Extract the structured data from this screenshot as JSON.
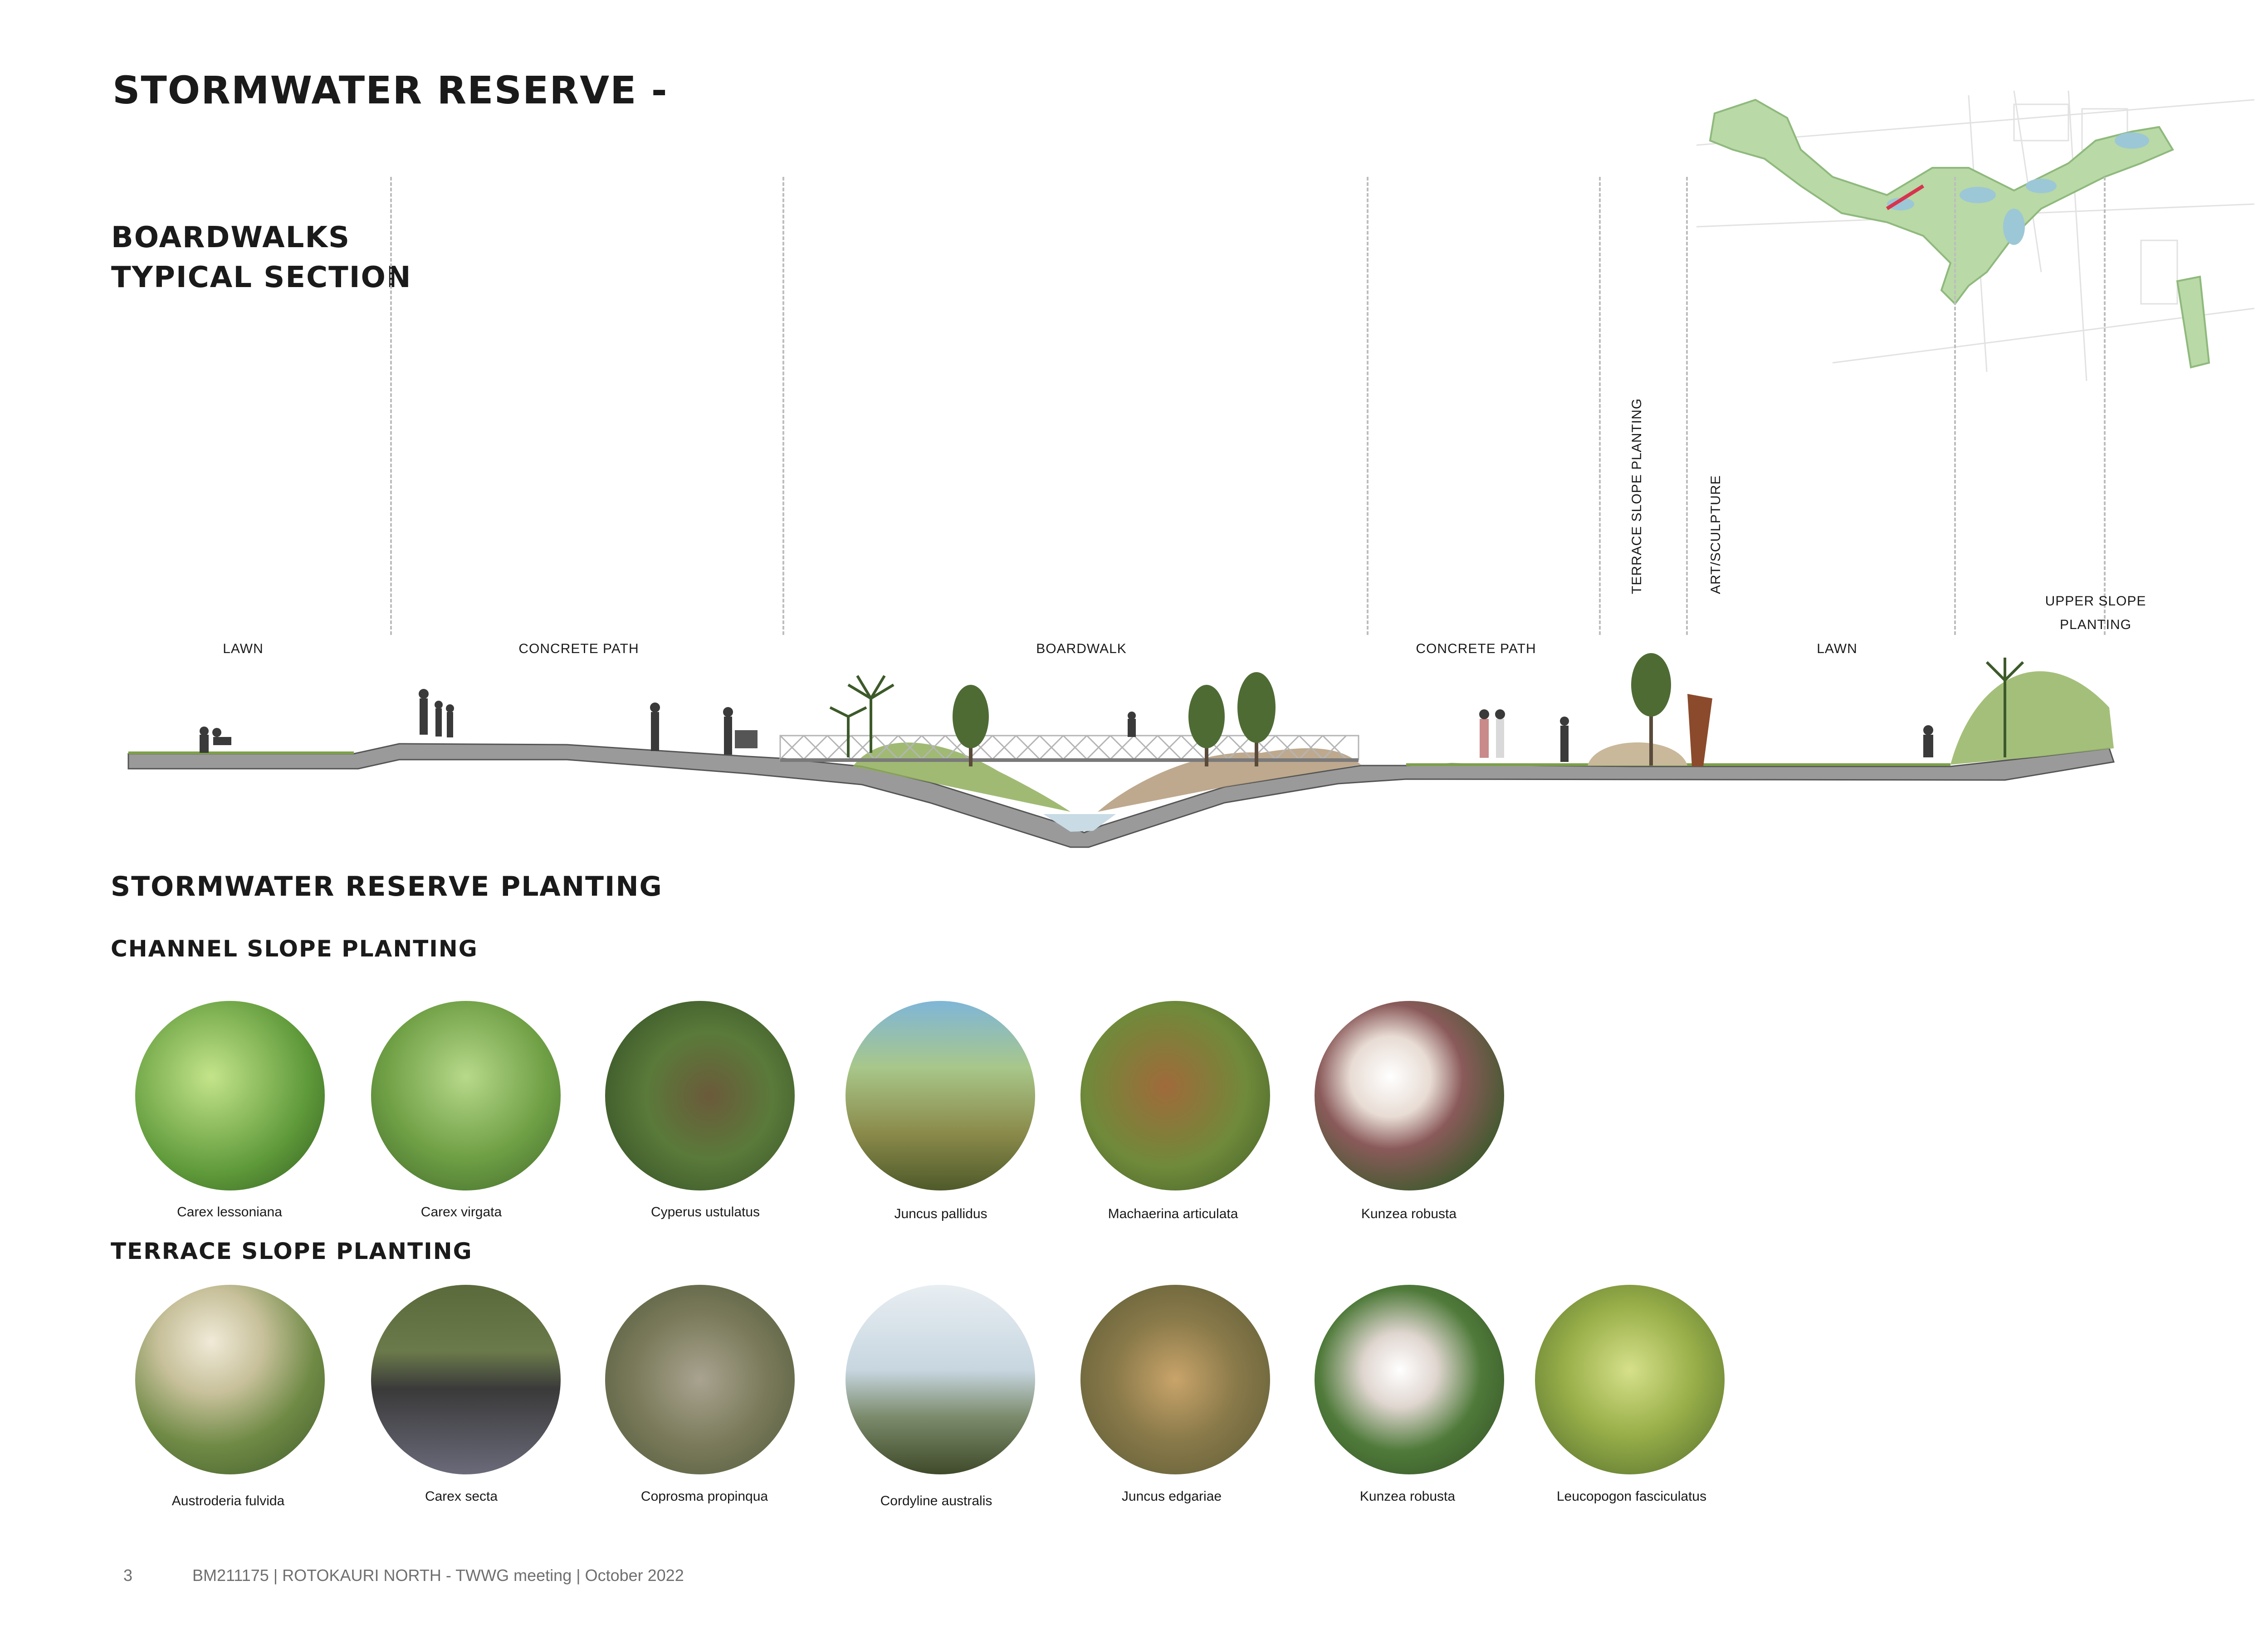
{
  "header": {
    "title": "STORMWATER RESERVE -",
    "subtitle_line1": "BOARDWALKS",
    "subtitle_line2": "TYPICAL SECTION"
  },
  "section_zones": [
    "LAWN",
    "CONCRETE PATH",
    "BOARDWALK",
    "CONCRETE PATH",
    "LAWN"
  ],
  "vertical_labels": [
    "TERRACE SLOPE  PLANTING",
    "ART/SCULPTURE"
  ],
  "upper_slope": {
    "line1": "UPPER SLOPE",
    "line2": "PLANTING"
  },
  "planting": {
    "heading": "STORMWATER RESERVE PLANTING",
    "channel_heading": "CHANNEL SLOPE PLANTING",
    "terrace_heading": "TERRACE SLOPE PLANTING",
    "channel": [
      "Carex lessoniana",
      "Carex virgata",
      "Cyperus ustulatus",
      "Juncus pallidus",
      "Machaerina articulata",
      "Kunzea robusta"
    ],
    "terrace": [
      "Austroderia fulvida",
      "Carex secta",
      "Coprosma propinqua",
      "Cordyline australis",
      "Juncus edgariae",
      "Kunzea robusta",
      "Leucopogon fasciculatus"
    ]
  },
  "footer": {
    "page_number": "3",
    "text": "BM211175 | ROTOKAURI NORTH - TWWG meeting |  October 2022"
  },
  "colors": {
    "ground": "#9a9a9a",
    "grass": "#7da04a",
    "water": "#c9dbe4",
    "boardwalk_rail": "#b5b5b5",
    "sculpture": "#8b4a2b",
    "map_green": "#a9cf95",
    "map_marker": "#d8344d"
  }
}
